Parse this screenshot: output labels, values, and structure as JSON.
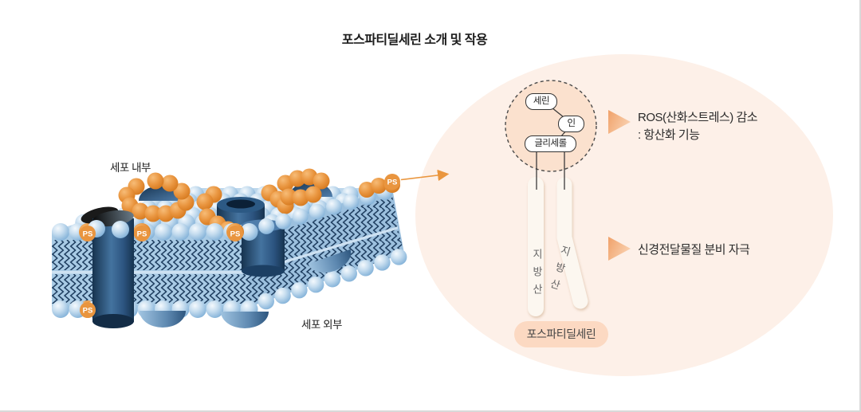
{
  "title": "포스파티딜세린 소개 및 작용",
  "membrane": {
    "label_inner": "세포 내부",
    "label_outer": "세포 외부",
    "ps_label": "PS"
  },
  "molecule": {
    "serine": "세린",
    "phosphate": "인",
    "glycerol": "글리세롤",
    "fatty_acid": "지방산",
    "name": "포스파티딜세린"
  },
  "annotations": [
    {
      "line1": "ROS(산화스트레스) 감소",
      "line2": ": 항산화 기능"
    },
    {
      "line1": "신경전달물질 분비 자극",
      "line2": ""
    }
  ],
  "colors": {
    "page_bg": "#ffffff",
    "edge_line": "#d9d9d9",
    "ellipse_bg": "#fdf0e8",
    "circle_fill": "#fbe1ce",
    "circle_border": "#4a4a4a",
    "node_bg": "#ffffff",
    "node_border": "#333333",
    "name_pill_bg": "#fcd9c2",
    "name_pill_text": "#444444",
    "tail_fill": "#fcf7f0",
    "fatty_text": "#666666",
    "arrow_orange": "#ea963e",
    "tri_dark": "#f0a169",
    "tri_light": "#fbd9bc",
    "text_dark": "#2b2b2b",
    "membrane_front": "#a9cbe5",
    "membrane_side": "#9cc0de",
    "membrane_top": "#bdd7ec",
    "seam": "#cde1f2",
    "zigzag": "#1b3a5c",
    "sphere_blue_hi": "#f4f9fd",
    "sphere_blue_mid": "#c6ddef",
    "sphere_blue_dark": "#82b1d8",
    "orange_hi": "#f7bc77",
    "orange_mid": "#e9953f",
    "orange_dark": "#d67a1f",
    "navy_dark": "#16334f",
    "navy_mid": "#44739f",
    "ps_badge": "#e9953f",
    "ps_text": "#ffffff"
  }
}
